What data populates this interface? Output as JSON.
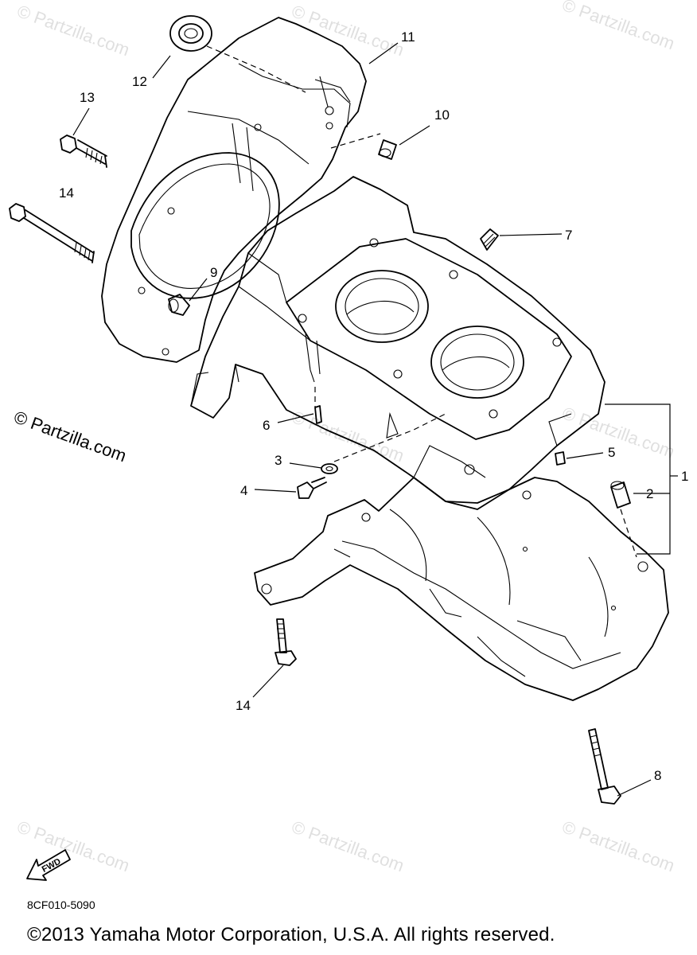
{
  "watermark": {
    "text": "© Partzilla.com",
    "main_text": "© Partzilla.com"
  },
  "callouts": {
    "c1": "1",
    "c2": "2",
    "c3": "3",
    "c4": "4",
    "c5": "5",
    "c6": "6",
    "c7": "7",
    "c8": "8",
    "c9": "9",
    "c10": "10",
    "c11": "11",
    "c12": "12",
    "c13": "13",
    "c14a": "14",
    "c14b": "14"
  },
  "fwd_label": "FWD",
  "diagram_code": "8CF010-5090",
  "copyright": "©2013  Yamaha Motor Corporation, U.S.A. All rights reserved."
}
